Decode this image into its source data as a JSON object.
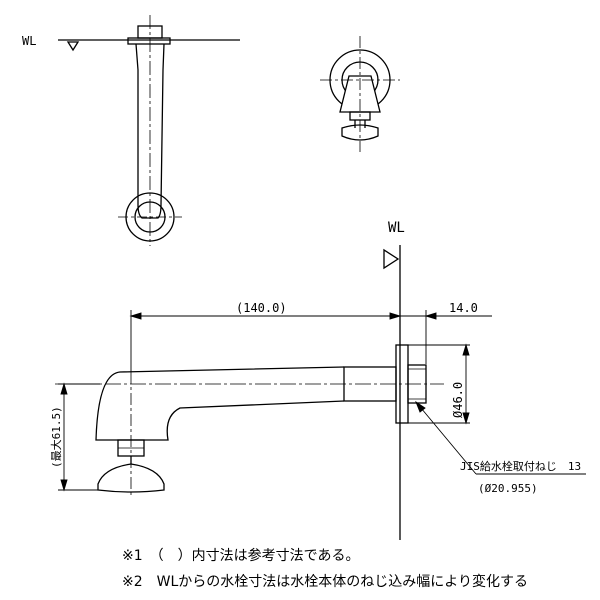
{
  "wl_label_top": "WL",
  "wl_label_side": "WL",
  "dims": {
    "length": "(140.0)",
    "thread_length": "14.0",
    "diameter": "Ø46.0",
    "max_height": "(最大61.5)"
  },
  "callout": {
    "line1": "JIS給水栓取付ねじ　13",
    "line2": "(Ø20.955)"
  },
  "notes": [
    "※1　（　）内寸法は参考寸法である。",
    "※2　WLからの水栓寸法は水栓本体のねじ込み幅により変化する"
  ]
}
